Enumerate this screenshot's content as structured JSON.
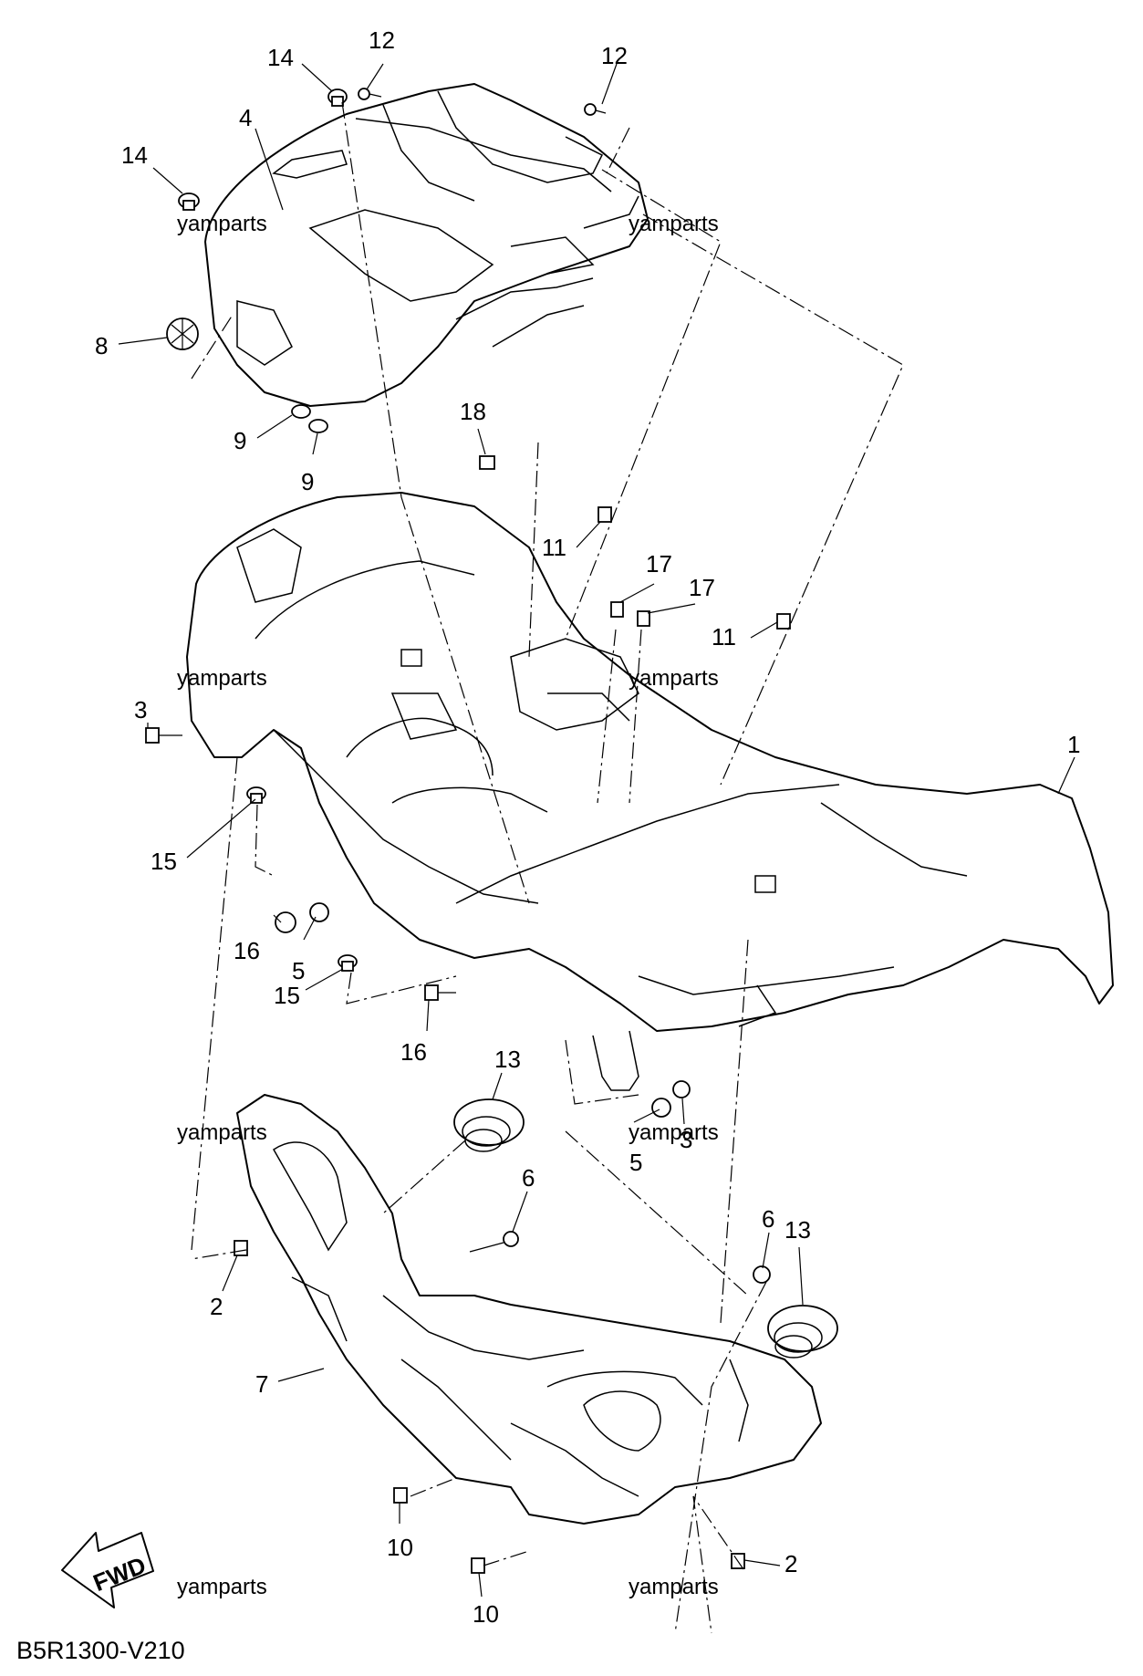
{
  "diagram_code": "B5R1300-V210",
  "direction_label": "FWD",
  "watermark": "yamparts",
  "callouts": [
    {
      "id": "c1",
      "text": "1"
    },
    {
      "id": "c2a",
      "text": "2"
    },
    {
      "id": "c2b",
      "text": "2"
    },
    {
      "id": "c3a",
      "text": "3"
    },
    {
      "id": "c3b",
      "text": "3"
    },
    {
      "id": "c4",
      "text": "4"
    },
    {
      "id": "c5a",
      "text": "5"
    },
    {
      "id": "c5b",
      "text": "5"
    },
    {
      "id": "c6a",
      "text": "6"
    },
    {
      "id": "c6b",
      "text": "6"
    },
    {
      "id": "c7",
      "text": "7"
    },
    {
      "id": "c8",
      "text": "8"
    },
    {
      "id": "c9a",
      "text": "9"
    },
    {
      "id": "c9b",
      "text": "9"
    },
    {
      "id": "c10a",
      "text": "10"
    },
    {
      "id": "c10b",
      "text": "10"
    },
    {
      "id": "c11a",
      "text": "11"
    },
    {
      "id": "c11b",
      "text": "11"
    },
    {
      "id": "c12a",
      "text": "12"
    },
    {
      "id": "c12b",
      "text": "12"
    },
    {
      "id": "c13a",
      "text": "13"
    },
    {
      "id": "c13b",
      "text": "13"
    },
    {
      "id": "c14a",
      "text": "14"
    },
    {
      "id": "c14b",
      "text": "14"
    },
    {
      "id": "c15a",
      "text": "15"
    },
    {
      "id": "c15b",
      "text": "15"
    },
    {
      "id": "c16a",
      "text": "16"
    },
    {
      "id": "c16b",
      "text": "16"
    },
    {
      "id": "c17a",
      "text": "17"
    },
    {
      "id": "c17b",
      "text": "17"
    },
    {
      "id": "c18",
      "text": "18"
    }
  ]
}
